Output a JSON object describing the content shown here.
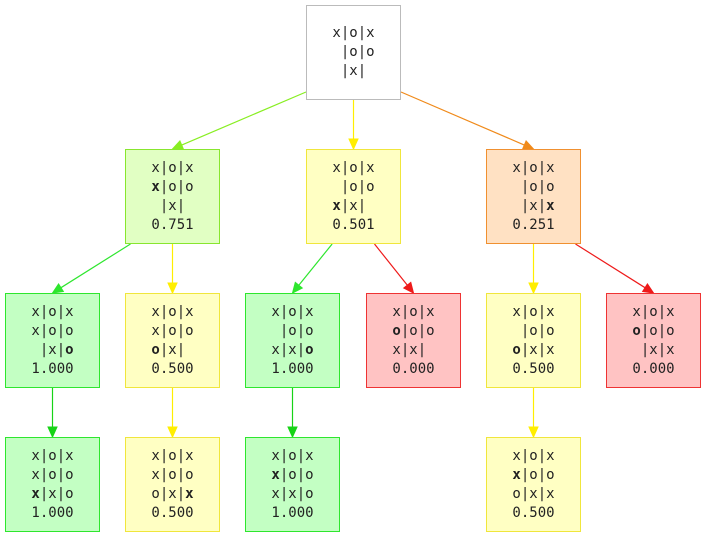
{
  "colors": {
    "win": {
      "fill": "#c3ffc3",
      "stroke": "#2ee62e",
      "edge": "#17d317"
    },
    "draw": {
      "fill": "#ffffc3",
      "stroke": "#f0e63c",
      "edge": "#ffee00"
    },
    "loss": {
      "fill": "#ffc3c3",
      "stroke": "#ee3333",
      "edge": "#ee1a1a"
    },
    "mostly_win": {
      "fill": "#e1ffc3",
      "stroke": "#88e62e",
      "edge": "#88e62e"
    },
    "mostly_loss": {
      "fill": "#ffe1c3",
      "stroke": "#f09030",
      "edge": "#f09030"
    },
    "root": {
      "fill": "#ffffff",
      "stroke": "#bbbbbb"
    }
  },
  "tree": [
    {
      "id": "root",
      "status": "root",
      "rows": [
        "x|o|x",
        " |o|o",
        " |x| "
      ],
      "bold": [],
      "score": ""
    },
    {
      "id": "n1",
      "status": "mostly_win",
      "parent": "root",
      "rows": [
        "x|o|x",
        "x|o|o",
        " |x| "
      ],
      "bold": [
        [
          1,
          0
        ]
      ],
      "score": "0.751"
    },
    {
      "id": "n2",
      "status": "draw",
      "parent": "root",
      "rows": [
        "x|o|x",
        " |o|o",
        "x|x| "
      ],
      "bold": [
        [
          2,
          0
        ]
      ],
      "score": "0.501"
    },
    {
      "id": "n3",
      "status": "mostly_loss",
      "parent": "root",
      "rows": [
        "x|o|x",
        " |o|o",
        " |x|x"
      ],
      "bold": [
        [
          2,
          2
        ]
      ],
      "score": "0.251"
    },
    {
      "id": "n4",
      "status": "win",
      "parent": "n1",
      "rows": [
        "x|o|x",
        "x|o|o",
        " |x|o"
      ],
      "bold": [
        [
          2,
          2
        ]
      ],
      "score": "1.000"
    },
    {
      "id": "n5",
      "status": "draw",
      "parent": "n1",
      "rows": [
        "x|o|x",
        "x|o|o",
        "o|x| "
      ],
      "bold": [
        [
          2,
          0
        ]
      ],
      "score": "0.500"
    },
    {
      "id": "n6",
      "status": "win",
      "parent": "n2",
      "rows": [
        "x|o|x",
        " |o|o",
        "x|x|o"
      ],
      "bold": [
        [
          2,
          2
        ]
      ],
      "score": "1.000"
    },
    {
      "id": "n7",
      "status": "loss",
      "parent": "n2",
      "rows": [
        "x|o|x",
        "o|o|o",
        "x|x| "
      ],
      "bold": [
        [
          1,
          0
        ]
      ],
      "score": "0.000"
    },
    {
      "id": "n8",
      "status": "draw",
      "parent": "n3",
      "rows": [
        "x|o|x",
        " |o|o",
        "o|x|x"
      ],
      "bold": [
        [
          2,
          0
        ]
      ],
      "score": "0.500"
    },
    {
      "id": "n9",
      "status": "loss",
      "parent": "n3",
      "rows": [
        "x|o|x",
        "o|o|o",
        " |x|x"
      ],
      "bold": [
        [
          1,
          0
        ]
      ],
      "score": "0.000"
    },
    {
      "id": "n10",
      "status": "win",
      "parent": "n4",
      "rows": [
        "x|o|x",
        "x|o|o",
        "x|x|o"
      ],
      "bold": [
        [
          2,
          0
        ]
      ],
      "score": "1.000"
    },
    {
      "id": "n11",
      "status": "draw",
      "parent": "n5",
      "rows": [
        "x|o|x",
        "x|o|o",
        "o|x|x"
      ],
      "bold": [
        [
          2,
          2
        ]
      ],
      "score": "0.500"
    },
    {
      "id": "n12",
      "status": "win",
      "parent": "n6",
      "rows": [
        "x|o|x",
        "x|o|o",
        "x|x|o"
      ],
      "bold": [
        [
          1,
          0
        ]
      ],
      "score": "1.000"
    },
    {
      "id": "n13",
      "status": "draw",
      "parent": "n8",
      "rows": [
        "x|o|x",
        "x|o|o",
        "o|x|x"
      ],
      "bold": [
        [
          1,
          0
        ]
      ],
      "score": "0.500"
    }
  ]
}
